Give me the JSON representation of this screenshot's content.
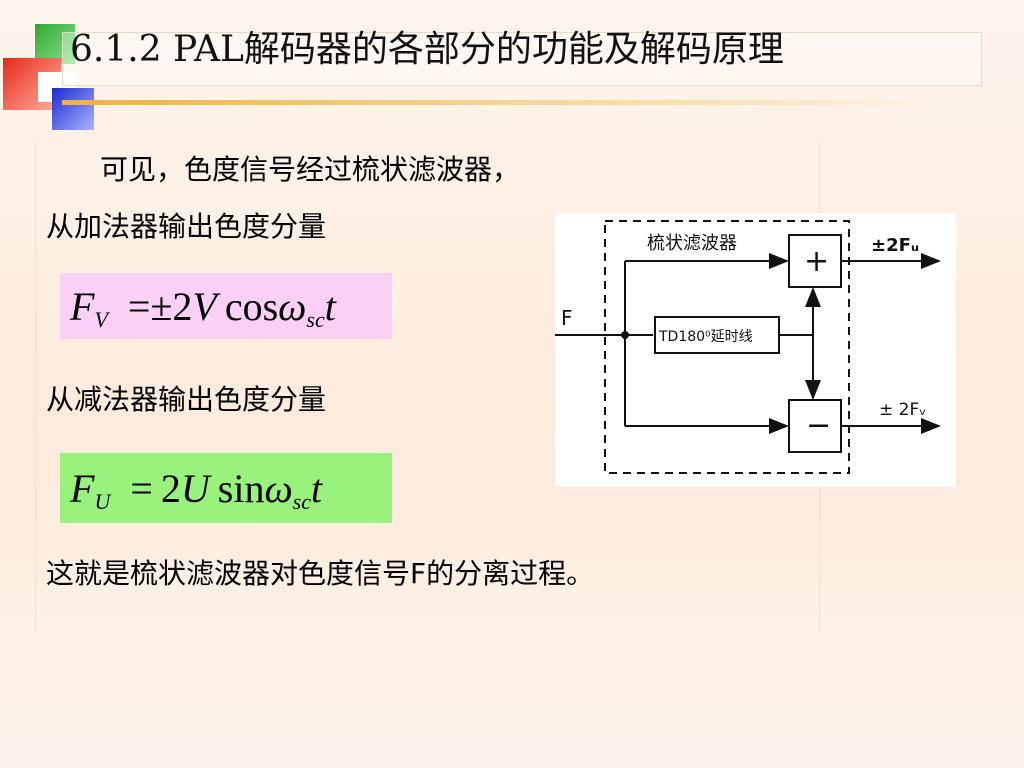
{
  "slide": {
    "title": "6.1.2 PAL解码器的各部分的功能及解码原理"
  },
  "body": {
    "p1": "可见，色度信号经过梳状滤波器，",
    "p2": "从加法器输出色度分量",
    "p3": "从减法器输出色度分量",
    "p4": "这就是梳状滤波器对色度信号F的分离过程。"
  },
  "formula_v": {
    "lhs": "F",
    "lhs_sub": "V",
    "eq": "=",
    "rhs1": "±2",
    "rhs_var": "V",
    "func": "cos",
    "omega": "ω",
    "sub": "sc",
    "t": "t"
  },
  "formula_u": {
    "lhs": "F",
    "lhs_sub": "U",
    "eq": "=",
    "rhs1": "2",
    "rhs_var": "U",
    "func": "sin",
    "omega": "ω",
    "sub": "sc",
    "t": "t"
  },
  "diagram": {
    "filter_label": "梳状滤波器",
    "input_label": "F",
    "delay_label": "TD180⁰延时线",
    "plus": "+",
    "minus": "−",
    "out_top": "±2Fᵤ",
    "out_bottom": "± 2Fᵥ"
  },
  "colors": {
    "formula_v_bg": "#fbd0f6",
    "formula_u_bg": "#98f27c",
    "title_underline": "#f2b040"
  }
}
